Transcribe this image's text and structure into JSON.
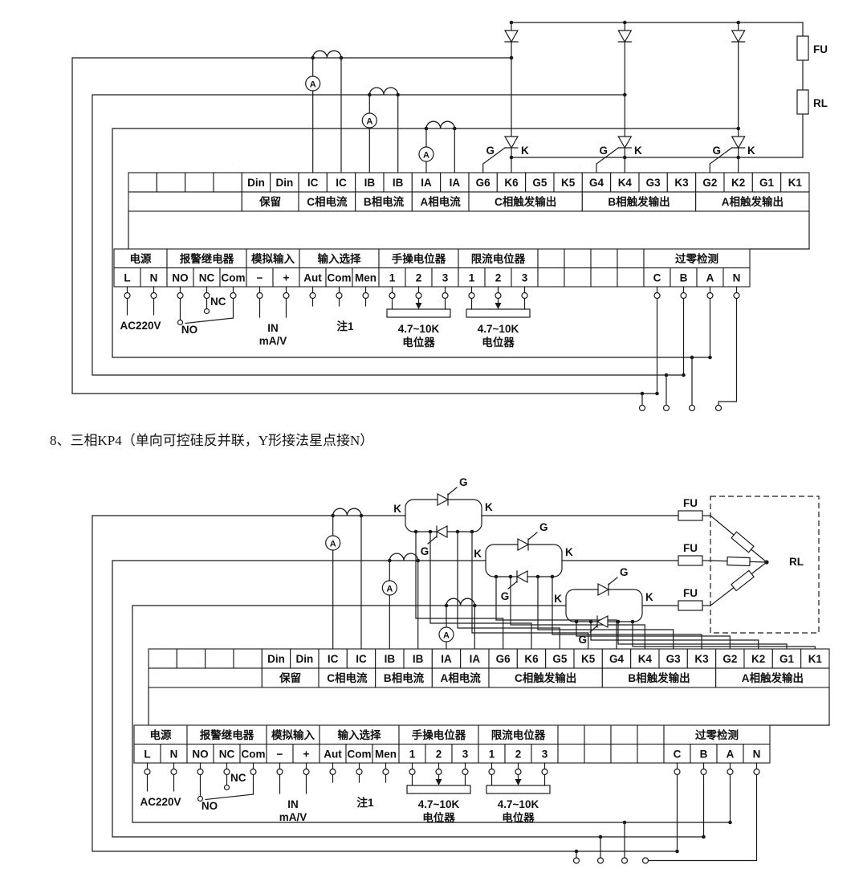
{
  "heading": "8、三相KP4（单向可控硅反并联，Y形接法星点接N）",
  "terminal_block": {
    "upper_cells": [
      "",
      "",
      "",
      "",
      "Din",
      "Din",
      "IC",
      "IC",
      "IB",
      "IB",
      "IA",
      "IA",
      "G6",
      "K6",
      "G5",
      "K5",
      "G4",
      "K4",
      "G3",
      "K3",
      "G2",
      "K2",
      "G1",
      "K1"
    ],
    "upper_groups": [
      {
        "start": 0,
        "span": 4,
        "label": ""
      },
      {
        "start": 4,
        "span": 2,
        "label": "保留"
      },
      {
        "start": 6,
        "span": 2,
        "label": "C相电流"
      },
      {
        "start": 8,
        "span": 2,
        "label": "B相电流"
      },
      {
        "start": 10,
        "span": 2,
        "label": "A相电流"
      },
      {
        "start": 12,
        "span": 4,
        "label": "C相触发输出"
      },
      {
        "start": 16,
        "span": 4,
        "label": "B相触发输出"
      },
      {
        "start": 20,
        "span": 4,
        "label": "A相触发输出"
      }
    ],
    "lower_groups": [
      {
        "start": 0,
        "span": 2,
        "label": "电源"
      },
      {
        "start": 2,
        "span": 3,
        "label": "报警继电器"
      },
      {
        "start": 5,
        "span": 2,
        "label": "模拟输入"
      },
      {
        "start": 7,
        "span": 3,
        "label": "输入选择"
      },
      {
        "start": 10,
        "span": 3,
        "label": "手操电位器"
      },
      {
        "start": 13,
        "span": 3,
        "label": "限流电位器"
      },
      {
        "start": 16,
        "span": 1,
        "label": ""
      },
      {
        "start": 17,
        "span": 1,
        "label": ""
      },
      {
        "start": 18,
        "span": 1,
        "label": ""
      },
      {
        "start": 19,
        "span": 1,
        "label": ""
      },
      {
        "start": 20,
        "span": 4,
        "label": "过零检测"
      }
    ],
    "lower_cells": [
      "L",
      "N",
      "NO",
      "NC",
      "Com",
      "−",
      "+",
      "Aut",
      "Com",
      "Men",
      "1",
      "2",
      "3",
      "1",
      "2",
      "3",
      "",
      "",
      "",
      "",
      "C",
      "B",
      "A",
      "N"
    ],
    "annotations": {
      "power": "AC220V",
      "relay_nc": "NC",
      "relay_no": "NO",
      "input": "IN",
      "input_unit": "mA/V",
      "note": "注1",
      "pot_value": "4.7~10K",
      "pot_name": "电位器"
    }
  },
  "symbols": {
    "gate": "G",
    "cathode": "K",
    "fuse": "FU",
    "load": "RL",
    "ammeter": "A"
  }
}
